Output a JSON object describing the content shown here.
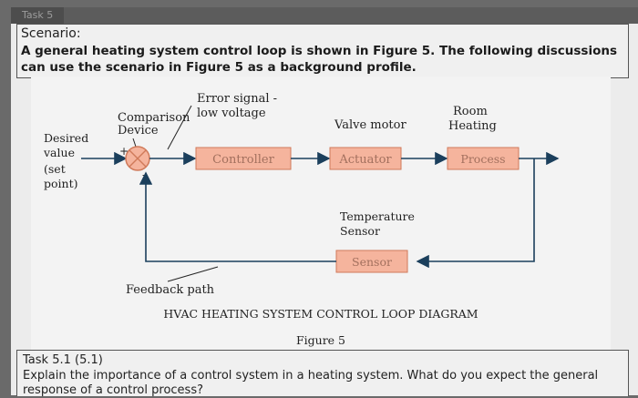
{
  "header": {
    "task_tab": "Task 5"
  },
  "scenario": {
    "title": "Scenario:",
    "text": "A general heating system control loop is shown in Figure 5. The following discussions can use the scenario in Figure 5 as a background profile."
  },
  "diagram": {
    "error_signal_line1": "Error signal -",
    "error_signal_line2": "low voltage",
    "comparison_line1": "Comparison",
    "comparison_line2": "Device",
    "valve_motor": "Valve motor",
    "room_line1": "Room",
    "room_line2": "Heating",
    "desired_line1": "Desired",
    "desired_line2": "value",
    "desired_line3": "(set",
    "desired_line4": "point)",
    "plus": "+",
    "minus": "-",
    "controller": "Controller",
    "actuator": "Actuator",
    "process": "Process",
    "temp_sensor_line1": "Temperature",
    "temp_sensor_line2": "Sensor",
    "sensor": "Sensor",
    "feedback": "Feedback path",
    "caption": "HVAC HEATING SYSTEM CONTROL LOOP DIAGRAM",
    "figure": "Figure 5",
    "colors": {
      "box_fill": "#f5b49d",
      "box_stroke": "#d07a5a",
      "box_text": "#a3705e",
      "line": "#1b3f5c"
    }
  },
  "question": {
    "title": "Task 5.1 (5.1)",
    "text": "Explain the importance of a control system in a heating system. What do you expect the general response of a control process?"
  }
}
